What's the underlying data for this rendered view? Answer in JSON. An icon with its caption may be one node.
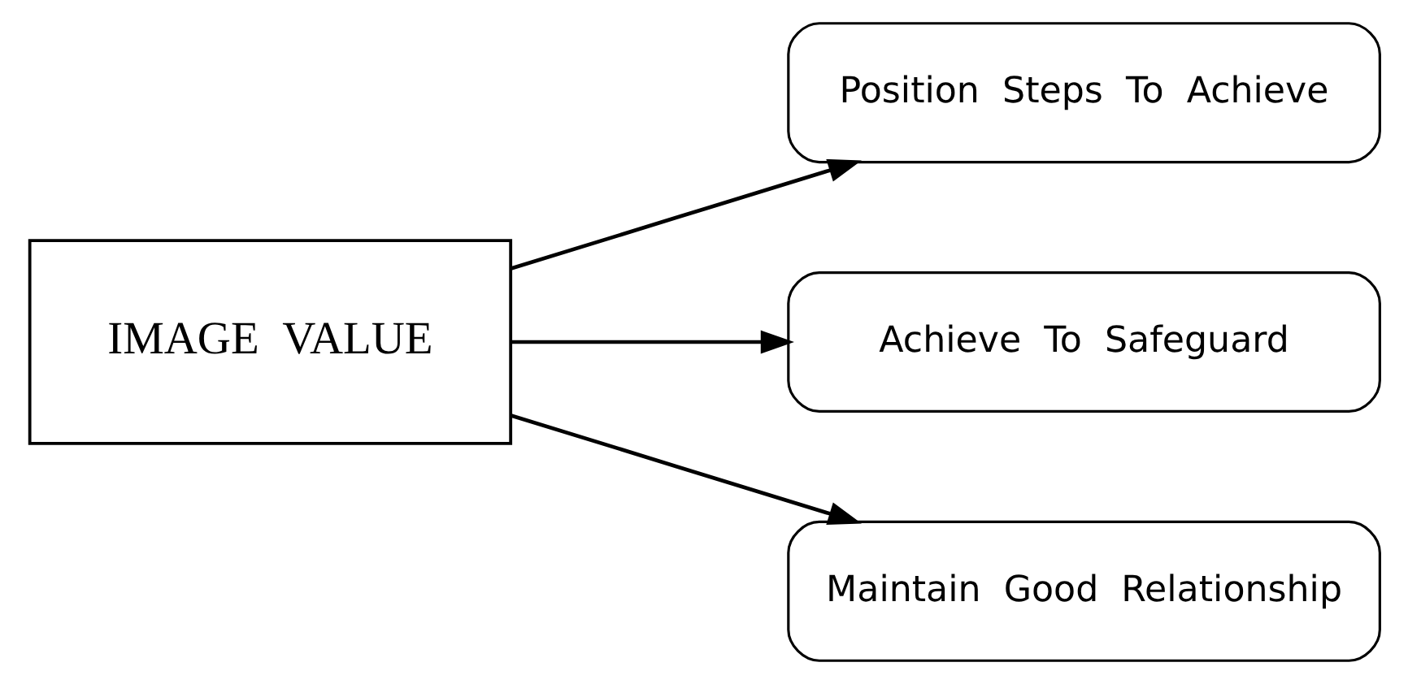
{
  "diagram": {
    "nodes": [
      {
        "text": [
          "IMAGE  VALUE"
        ]
      },
      {
        "text": [
          "Position  Steps  To  Achieve"
        ]
      },
      {
        "text": [
          "Achieve  To  Safeguard"
        ]
      },
      {
        "text": [
          "Maintain  Good  Relationship"
        ]
      }
    ],
    "edges": [
      {
        "from": 0,
        "to": 1,
        "arrow": "to"
      },
      {
        "from": 0,
        "to": 2,
        "arrow": "to"
      },
      {
        "from": 0,
        "to": 3,
        "arrow": "to"
      }
    ]
  }
}
